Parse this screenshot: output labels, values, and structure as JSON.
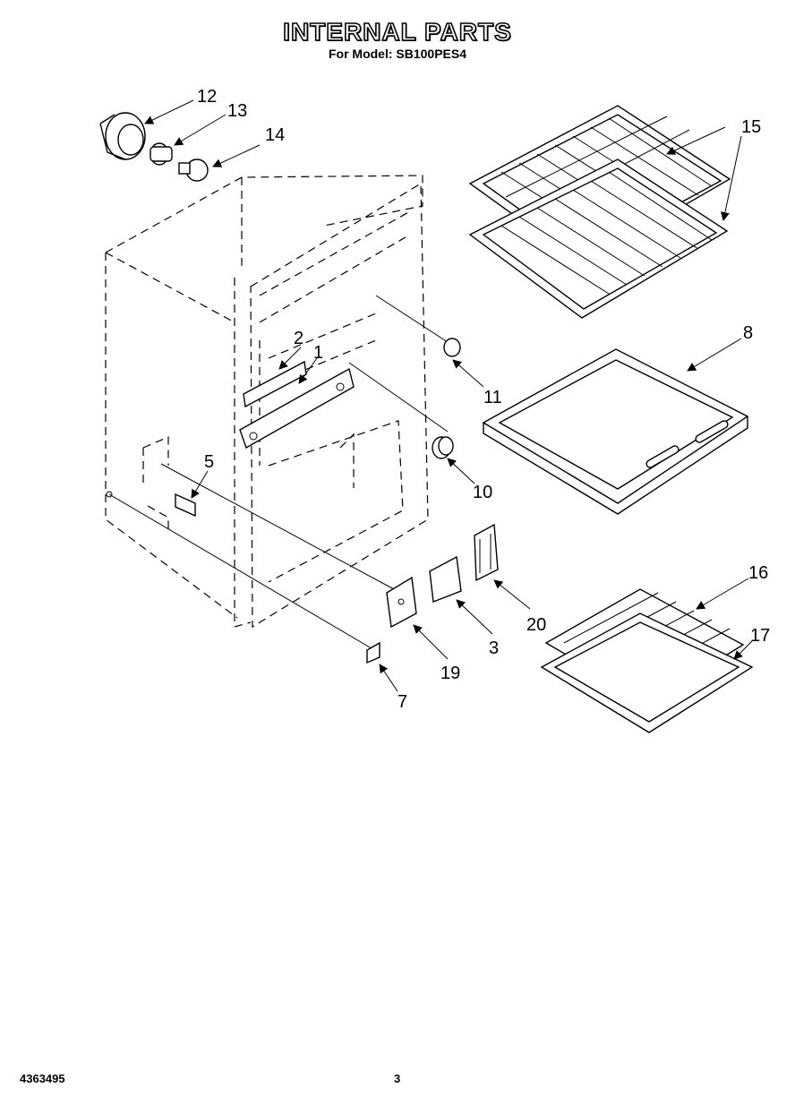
{
  "header": {
    "title": "INTERNAL PARTS",
    "subtitle": "For Model: SB100PES4"
  },
  "footer": {
    "doc_number": "4363495",
    "page_number": "3"
  },
  "callouts": {
    "c1": "1",
    "c2": "2",
    "c3": "3",
    "c5": "5",
    "c7": "7",
    "c8": "8",
    "c10": "10",
    "c11": "11",
    "c12": "12",
    "c13": "13",
    "c14": "14",
    "c15": "15",
    "c16": "16",
    "c17": "17",
    "c19": "19",
    "c20": "20"
  }
}
